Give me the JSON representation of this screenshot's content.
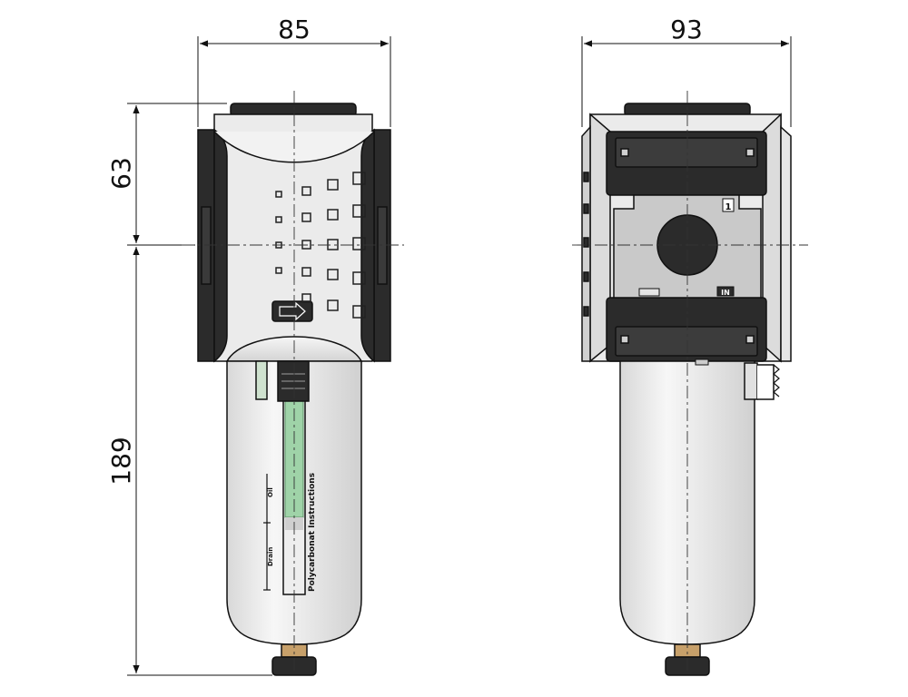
{
  "dimensions": {
    "front_width": "85",
    "side_width": "93",
    "upper_height": "63",
    "lower_height": "189"
  },
  "labels": {
    "bowl_instructions": "Polycarbonat Instructions",
    "scale_top": "Oil",
    "scale_bottom": "Drain",
    "port_number": "1",
    "port_label": "IN"
  },
  "colors": {
    "line": "#111111",
    "body": "#ebebeb",
    "dark": "#2b2b2b",
    "plate": "#c9c9c9",
    "sight_glass": "#9fd3a8"
  },
  "icons": {
    "flow_arrow": "arrow-right-icon"
  }
}
